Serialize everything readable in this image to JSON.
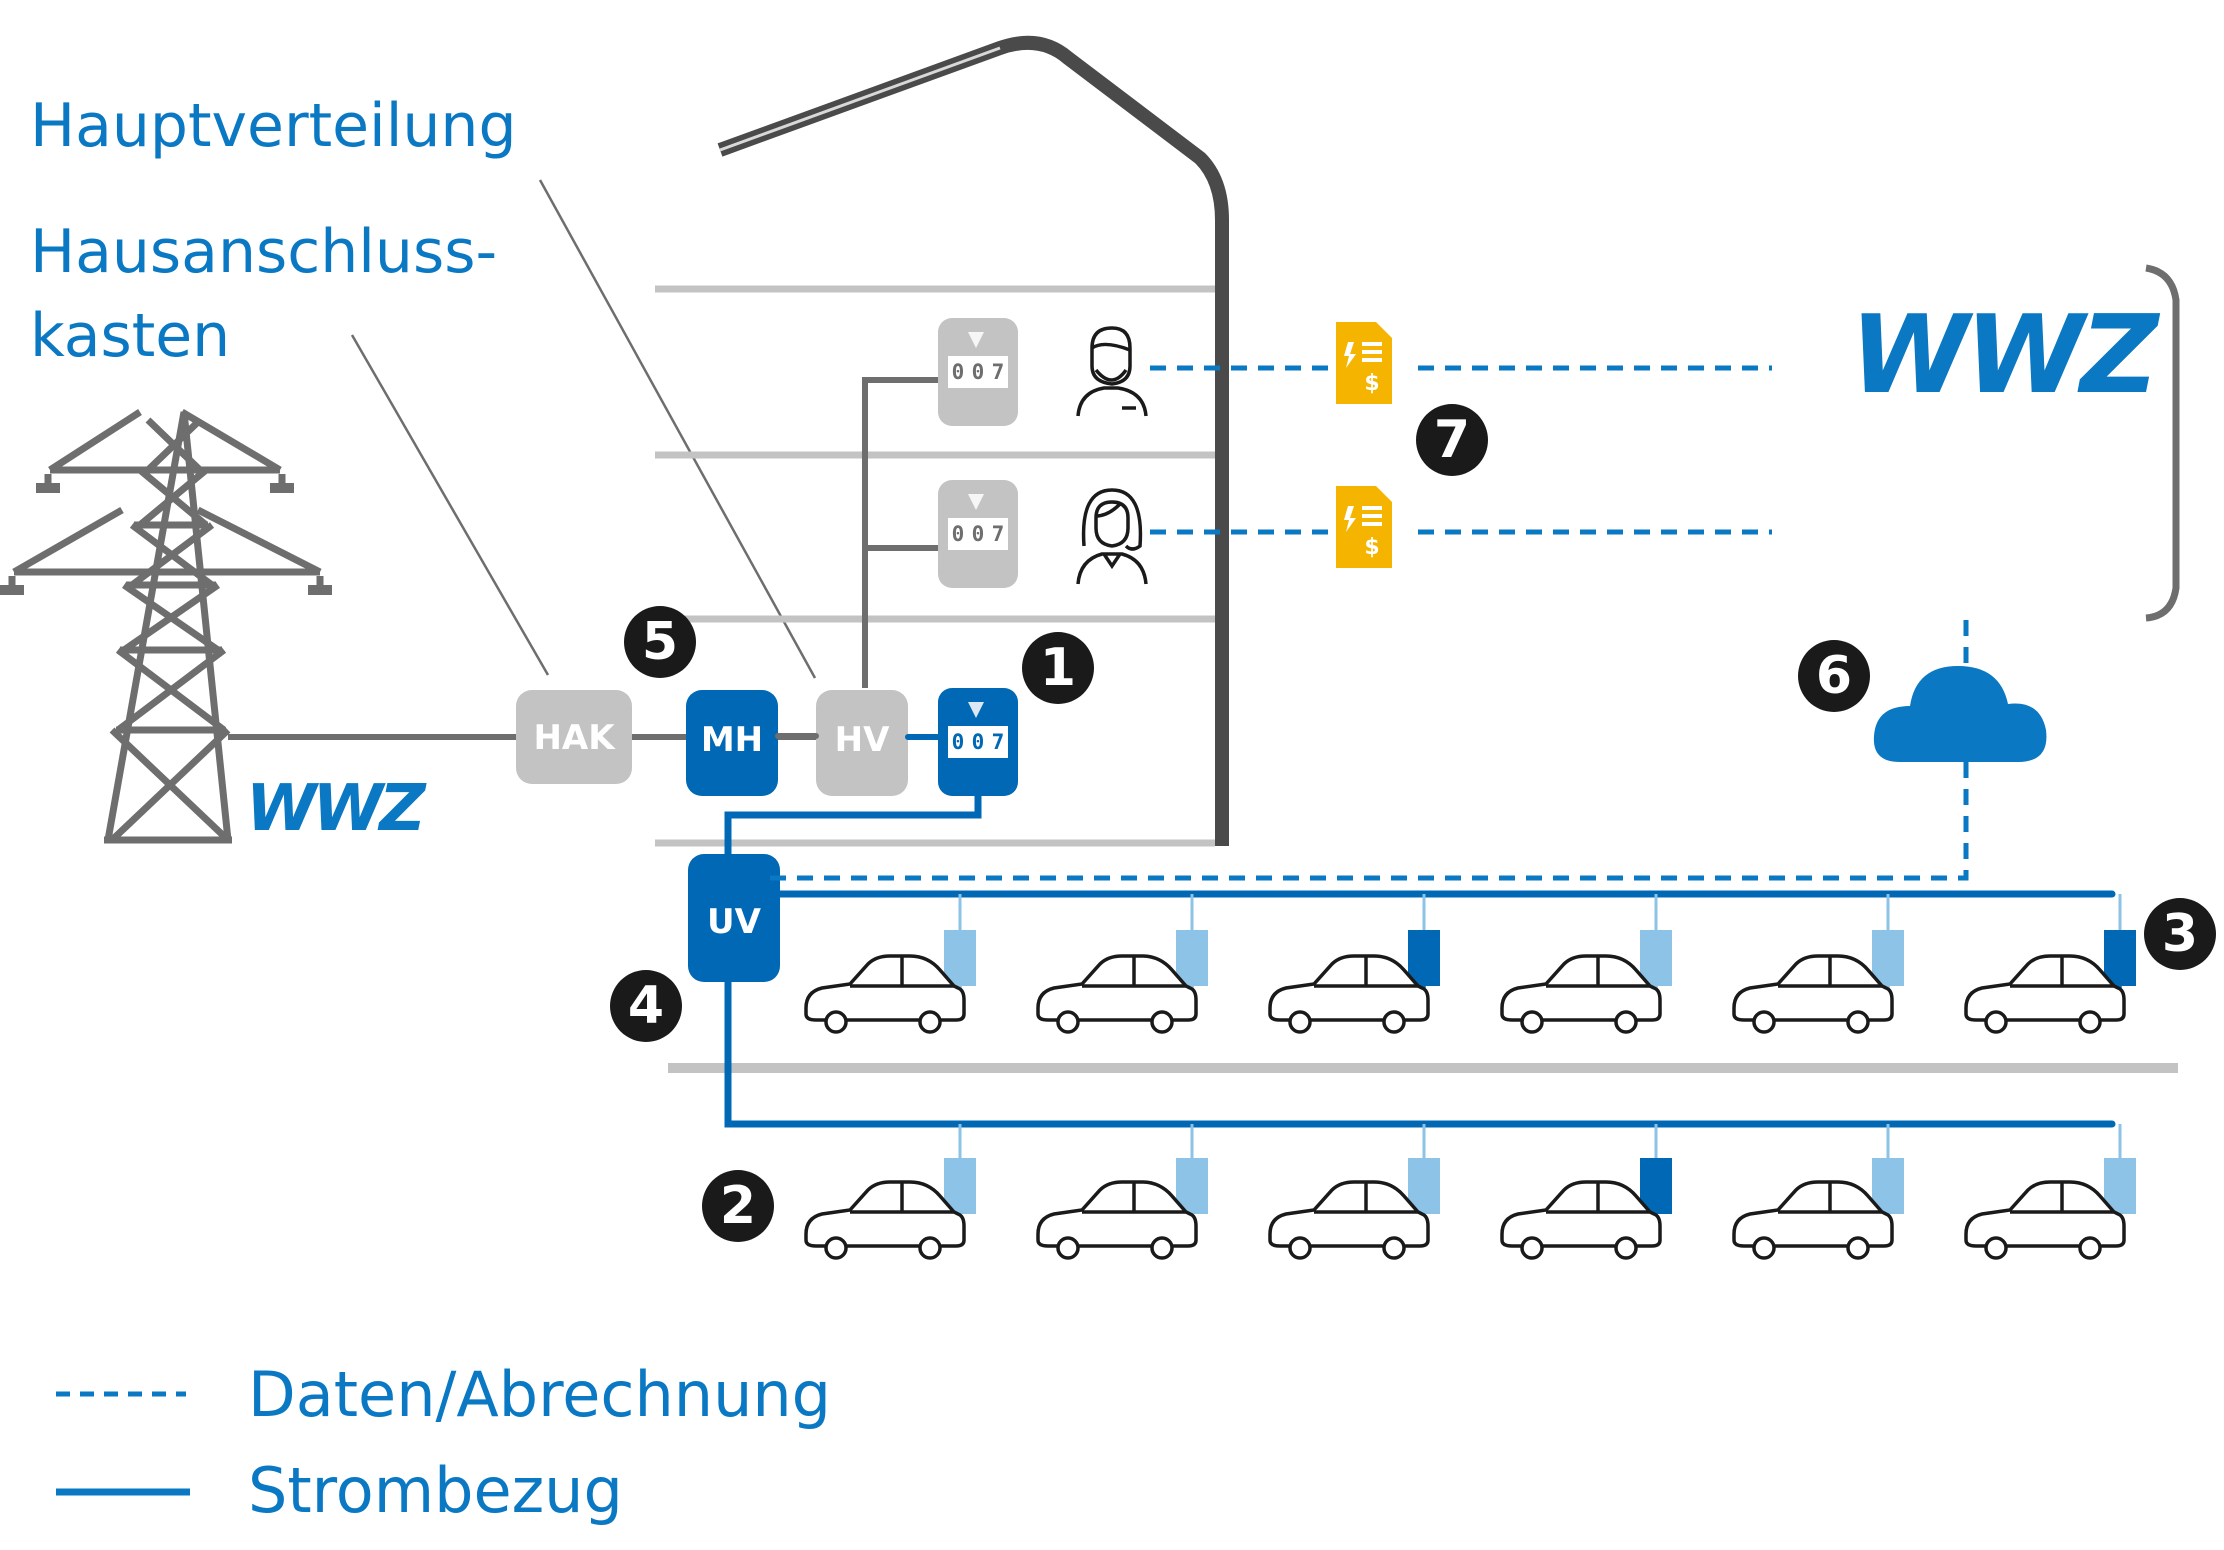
{
  "labels": {
    "hauptverteilung": "Hauptverteilung",
    "hausanschluss_line1": "Hausanschluss-",
    "hausanschluss_line2": "kasten"
  },
  "boxes": {
    "hak": "HAK",
    "mh": "MH",
    "hv": "HV",
    "uv": "UV"
  },
  "meter_digits": [
    "0",
    "0",
    "7"
  ],
  "logo_text": "WWZ",
  "badges": [
    "1",
    "2",
    "3",
    "4",
    "5",
    "6",
    "7"
  ],
  "legend": {
    "dashed": "Daten/Abrechnung",
    "solid": "Strombezug"
  },
  "colors": {
    "brand_blue": "#0a78c3",
    "dark_blue": "#0068b4",
    "light_blue": "#8cc3e6",
    "gray": "#c3c3c3",
    "line_gray": "#6e6e6e",
    "badge": "#1a1a1a",
    "invoice": "#f5b400"
  },
  "icons": {
    "tower": "power-tower-icon",
    "cloud": "cloud-icon",
    "invoice": "invoice-icon",
    "person_male": "man-icon",
    "person_female": "woman-icon",
    "car": "car-icon",
    "charger": "charging-station-icon"
  }
}
